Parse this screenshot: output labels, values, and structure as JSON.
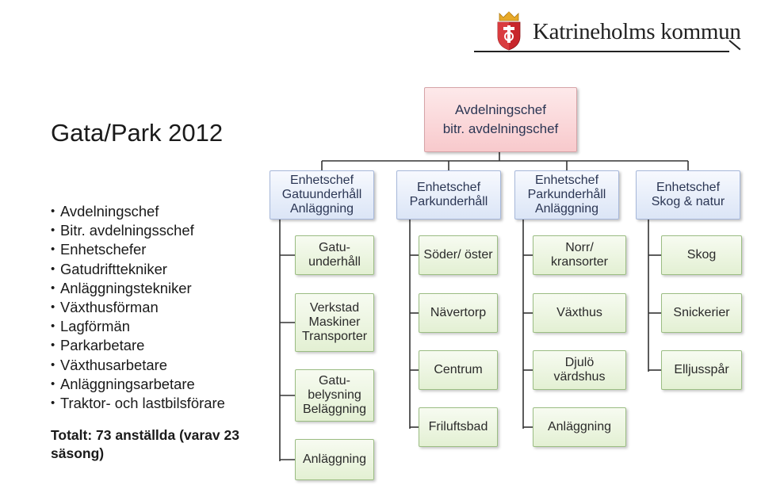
{
  "header": {
    "brand": "Katrineholms kommun",
    "crest_colors": {
      "gold": "#e7a928",
      "red": "#c8262c",
      "white": "#ffffff"
    }
  },
  "title": "Gata/Park 2012",
  "roles": [
    "Avdelningschef",
    "Bitr. avdelningsschef",
    "Enhetschefer",
    "Gatudrifttekniker",
    "Anläggningstekniker",
    "Växthusförman",
    "Lagförmän",
    "Parkarbetare",
    "Växthusarbetare",
    "Anläggningsarbetare",
    "Traktor- och lastbilsförare"
  ],
  "total": "Totalt: 73 anställda (varav 23 säsong)",
  "org": {
    "chief": "Avdelningschef\nbitr. avdelningschef",
    "units": [
      {
        "head": "Enhetschef\nGatuunderhåll\nAnläggning",
        "children": [
          "Gatu-\nunderhåll",
          "Verkstad\nMaskiner\nTransporter",
          "Gatu-\nbelysning\nBeläggning",
          "Anläggning"
        ]
      },
      {
        "head": "Enhetschef\nParkunderhåll",
        "children": [
          "Söder/ öster",
          "Nävertorp",
          "Centrum",
          "Friluftsbad"
        ]
      },
      {
        "head": "Enhetschef\nParkunderhåll\nAnläggning",
        "children": [
          "Norr/\nkransorter",
          "Växthus",
          "Djulö\nvärdshus",
          "Anläggning"
        ]
      },
      {
        "head": "Enhetschef\nSkog & natur",
        "children": [
          "Skog",
          "Snickerier",
          "Elljusspår"
        ]
      }
    ]
  },
  "colors": {
    "chief_fill": "#f9d4d6",
    "head_fill": "#e3ebf8",
    "unit_fill": "#eaf3df",
    "connector": "#333333"
  }
}
